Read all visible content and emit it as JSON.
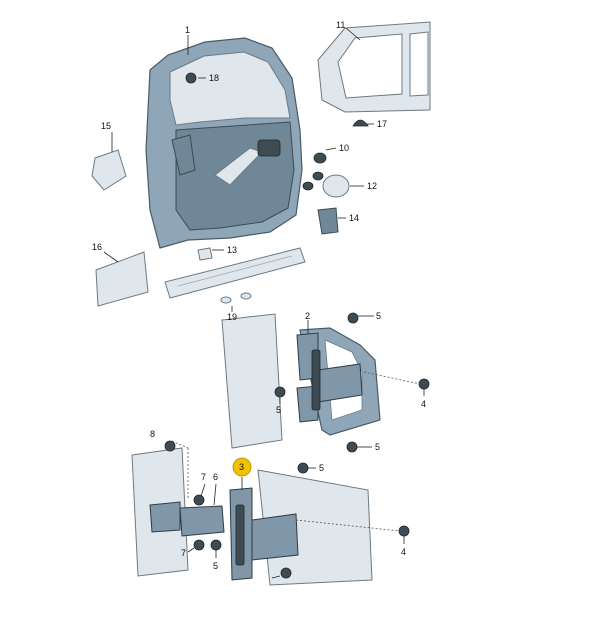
{
  "diagram": {
    "part_labels": {
      "p1": "1",
      "p2": "2",
      "p3": "3",
      "p4a": "4",
      "p4b": "4",
      "p5a": "5",
      "p5b": "5",
      "p5c": "5",
      "p5d": "5",
      "p5e": "5",
      "p6": "6",
      "p7a": "7",
      "p7b": "7",
      "p8": "8",
      "p10": "10",
      "p11": "11",
      "p12": "12",
      "p13": "13",
      "p14": "14",
      "p15": "15",
      "p16": "16",
      "p17": "17",
      "p18": "18",
      "p19": "19"
    },
    "highlight_color": "#f2c200"
  }
}
